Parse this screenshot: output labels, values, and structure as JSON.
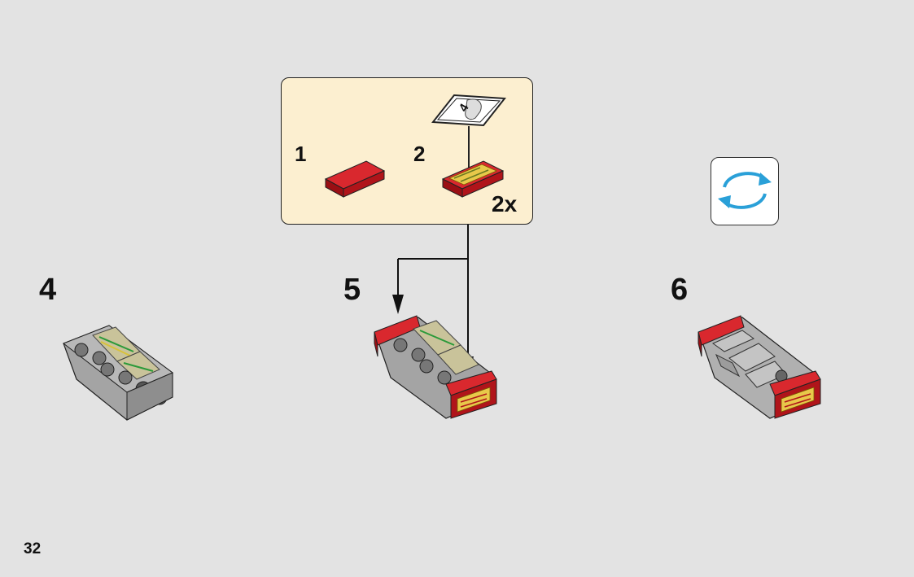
{
  "page": {
    "number": "32"
  },
  "steps": [
    {
      "number": "4"
    },
    {
      "number": "5"
    },
    {
      "number": "6"
    }
  ],
  "callout": {
    "parts": [
      {
        "number": "1",
        "description": "red tile 1x2"
      },
      {
        "number": "2",
        "description": "red tile 1x2 with sticker",
        "quantity": "2x",
        "sticker": "4"
      }
    ]
  },
  "rotate_icon": "rotate-model-icon",
  "colors": {
    "background": "#e3e3e3",
    "callout_bg": "#fcefd0",
    "brick_red": "#c8161c",
    "brick_grey": "#a4a4a4",
    "rotate_arrow": "#2aa0d8",
    "sticker_yellow": "#e8c84a"
  }
}
